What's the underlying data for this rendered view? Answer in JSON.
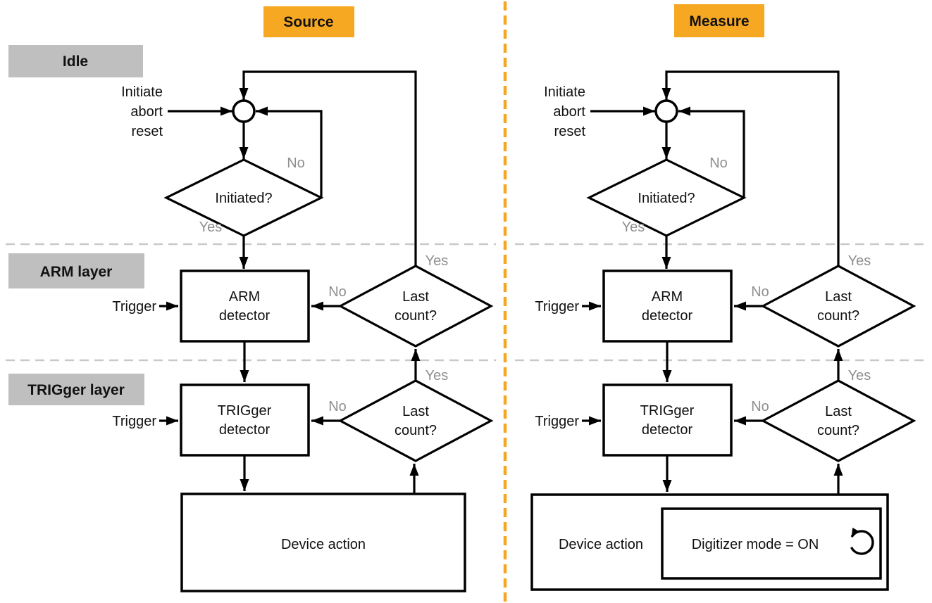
{
  "colors": {
    "header_orange": "#F7A823",
    "layer_gray": "#BFBFBF",
    "muted_text": "#8F8F8F",
    "line_black": "#000000",
    "divider_orange": "#F5A623",
    "dashed_gray": "#C9C9C9"
  },
  "headers": {
    "source": "Source",
    "measure": "Measure"
  },
  "layer_labels": {
    "idle": "Idle",
    "arm": "ARM layer",
    "trigger": "TRIGger layer"
  },
  "source": {
    "initiate": [
      "Initiate",
      "abort",
      "reset"
    ],
    "initiated": "Initiated?",
    "initiated_no": "No",
    "initiated_yes": "Yes",
    "arm": {
      "trigger": "Trigger",
      "detector": [
        "ARM",
        "detector"
      ],
      "lastcount": [
        "Last",
        "count?"
      ],
      "no": "No",
      "yes": "Yes"
    },
    "trig": {
      "trigger": "Trigger",
      "detector": [
        "TRIGger",
        "detector"
      ],
      "lastcount": [
        "Last",
        "count?"
      ],
      "no": "No",
      "yes": "Yes"
    },
    "device_action": "Device action"
  },
  "measure": {
    "initiate": [
      "Initiate",
      "abort",
      "reset"
    ],
    "initiated": "Initiated?",
    "initiated_no": "No",
    "initiated_yes": "Yes",
    "arm": {
      "trigger": "Trigger",
      "detector": [
        "ARM",
        "detector"
      ],
      "lastcount": [
        "Last",
        "count?"
      ],
      "no": "No",
      "yes": "Yes"
    },
    "trig": {
      "trigger": "Trigger",
      "detector": [
        "TRIGger",
        "detector"
      ],
      "lastcount": [
        "Last",
        "count?"
      ],
      "no": "No",
      "yes": "Yes"
    },
    "device_action": "Device action",
    "digitizer": "Digitizer mode = ON"
  },
  "icons": {
    "digitizer_loop": "clockwise-loop-arrow-icon"
  }
}
